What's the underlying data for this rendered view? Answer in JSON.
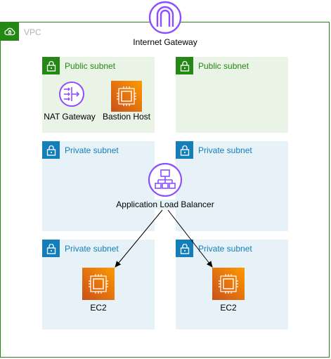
{
  "vpc": {
    "label": "VPC",
    "color": "#248814"
  },
  "internet_gateway": {
    "label": "Internet Gateway",
    "icon": "internet-gateway-icon",
    "color": "#8c4fff"
  },
  "subnets": {
    "public_left": {
      "label": "Public subnet",
      "icon": "lock-icon",
      "color": "#248814"
    },
    "public_right": {
      "label": "Public subnet",
      "icon": "lock-icon",
      "color": "#248814"
    },
    "private_mid_left": {
      "label": "Private subnet",
      "icon": "lock-icon",
      "color": "#147eba"
    },
    "private_mid_right": {
      "label": "Private subnet",
      "icon": "lock-icon",
      "color": "#147eba"
    },
    "private_bottom_left": {
      "label": "Private subnet",
      "icon": "lock-icon",
      "color": "#147eba"
    },
    "private_bottom_right": {
      "label": "Private subnet",
      "icon": "lock-icon",
      "color": "#147eba"
    }
  },
  "nodes": {
    "nat_gateway": {
      "label": "NAT Gateway",
      "icon": "nat-gateway-icon",
      "color": "#8c4fff"
    },
    "bastion_host": {
      "label": "Bastion Host",
      "icon": "ec2-instance-icon",
      "color": "#ff9900"
    },
    "alb": {
      "label": "Application Load Balancer",
      "icon": "load-balancer-icon",
      "color": "#8c4fff"
    },
    "ec2_left": {
      "label": "EC2",
      "icon": "ec2-instance-icon",
      "color": "#ff9900"
    },
    "ec2_right": {
      "label": "EC2",
      "icon": "ec2-instance-icon",
      "color": "#ff9900"
    }
  },
  "edges": [
    {
      "from": "Application Load Balancer",
      "to": "EC2 (left)"
    },
    {
      "from": "Application Load Balancer",
      "to": "EC2 (right)"
    }
  ]
}
